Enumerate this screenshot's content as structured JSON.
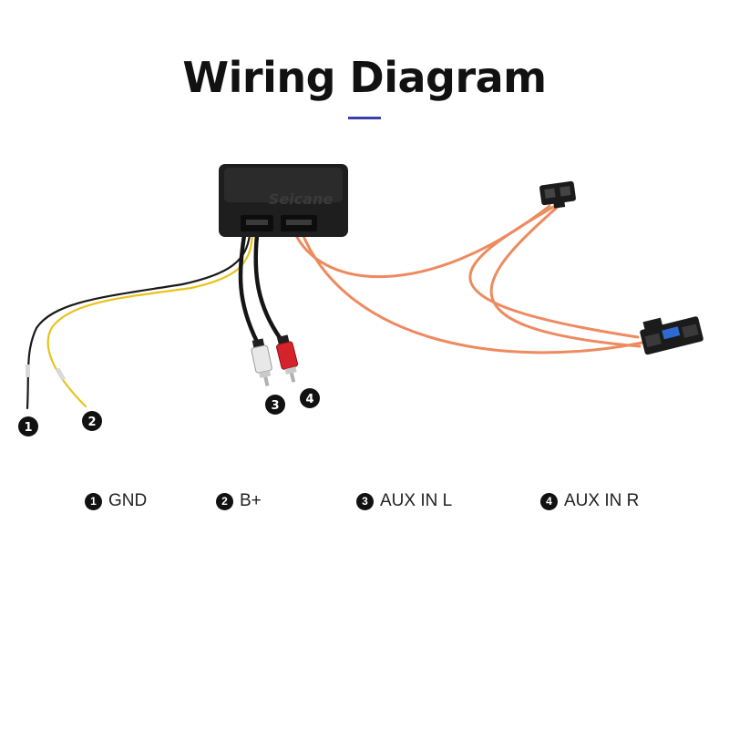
{
  "title": "Wiring Diagram",
  "brand": "Seicane",
  "callouts": [
    "1",
    "2",
    "3",
    "4"
  ],
  "legend": [
    {
      "number": "1",
      "label": "GND"
    },
    {
      "number": "2",
      "label": "B+"
    },
    {
      "number": "3",
      "label": "AUX IN L"
    },
    {
      "number": "4",
      "label": "AUX IN R"
    }
  ],
  "colors": {
    "accent_underline": "#3d3fa8",
    "fiber_optic": "#ee8a5f",
    "box_body": "#1e1e1e",
    "rca_left": "#e8e8e8",
    "rca_right": "#d4232b",
    "wire_yellow": "#e8c21c",
    "wire_black": "#1a1a1a"
  }
}
